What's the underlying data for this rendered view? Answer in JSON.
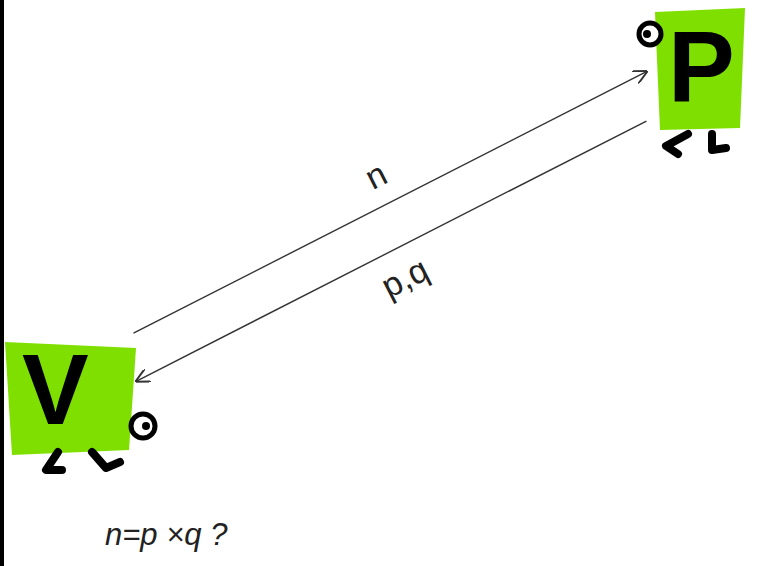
{
  "diagram": {
    "nodes": [
      {
        "text": [
          "P"
        ]
      },
      {
        "text": [
          "V"
        ]
      }
    ],
    "edges": [
      {
        "from": 1,
        "to": 0,
        "arrow": "to",
        "label": "n"
      },
      {
        "from": 0,
        "to": 1,
        "arrow": "to",
        "label": "p,q"
      }
    ],
    "labels": [
      "n=p ×q ?"
    ]
  }
}
